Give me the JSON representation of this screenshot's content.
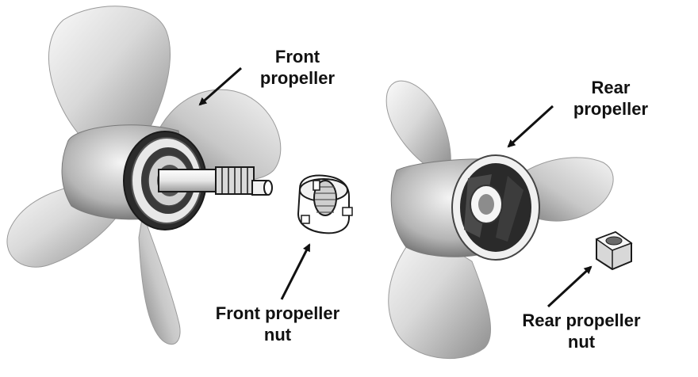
{
  "labels": {
    "front_propeller": {
      "line1": "Front",
      "line2": "propeller"
    },
    "rear_propeller": {
      "line1": "Rear",
      "line2": "propeller"
    },
    "front_propeller_nut": {
      "line1": "Front propeller",
      "line2": "nut"
    },
    "rear_propeller_nut": {
      "line1": "Rear propeller",
      "line2": "nut"
    }
  },
  "icons": [
    "front-propeller-icon",
    "propeller-shaft-icon",
    "front-nut-icon",
    "rear-propeller-icon",
    "rear-nut-icon"
  ],
  "colors": {
    "arrow": "#111111",
    "metal_light": "#f2f2f2",
    "metal_mid": "#bdbdbd",
    "metal_dark": "#5a5a5a",
    "outline": "#1a1a1a"
  }
}
